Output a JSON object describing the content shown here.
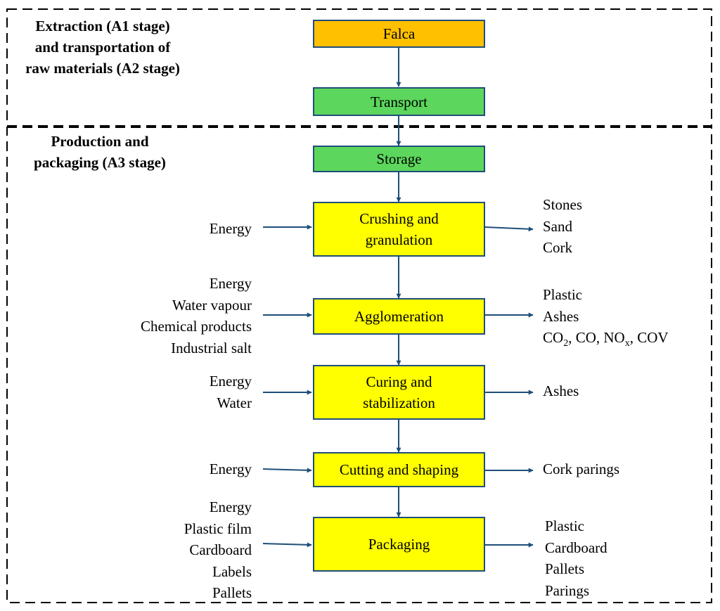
{
  "stages": {
    "a1a2_label": [
      "Extraction (A1 stage)",
      "and transportation of",
      "raw materials (A2 stage)"
    ],
    "a3_label": [
      "Production and",
      "packaging (A3 stage)"
    ]
  },
  "boxes": {
    "falca": "Falca",
    "transport": "Transport",
    "storage": "Storage",
    "crushing": [
      "Crushing and",
      "granulation"
    ],
    "agglomeration": "Agglomeration",
    "curing": [
      "Curing and",
      "stabilization"
    ],
    "cutting": "Cutting and shaping",
    "packaging": "Packaging"
  },
  "inputs": {
    "crushing": [
      "Energy"
    ],
    "agglomeration": [
      "Energy",
      "Water vapour",
      "Chemical products",
      "Industrial salt"
    ],
    "curing": [
      "Energy",
      "Water"
    ],
    "cutting": [
      "Energy"
    ],
    "packaging": [
      "Energy",
      "Plastic film",
      "Cardboard",
      "Labels",
      "Pallets"
    ]
  },
  "outputs": {
    "crushing": [
      "Stones",
      "Sand",
      "Cork"
    ],
    "agglomeration": {
      "line1": "Plastic",
      "line2": "Ashes",
      "line3": {
        "co2_main": "CO",
        "co2_sub": "2",
        "rest1": ", CO, NO",
        "nox_sub": "x",
        "rest2": ", COV"
      }
    },
    "curing": [
      "Ashes"
    ],
    "cutting": [
      "Cork parings"
    ],
    "packaging": [
      "Plastic",
      "Cardboard",
      "Pallets",
      "Parings"
    ]
  },
  "colors": {
    "falca_fill": "#ffc000",
    "green_fill": "#5cd65c",
    "yellow_fill": "#ffff00",
    "box_border": "#1f4e79",
    "arrow": "#1f4e79",
    "dashed_border": "#000000"
  }
}
